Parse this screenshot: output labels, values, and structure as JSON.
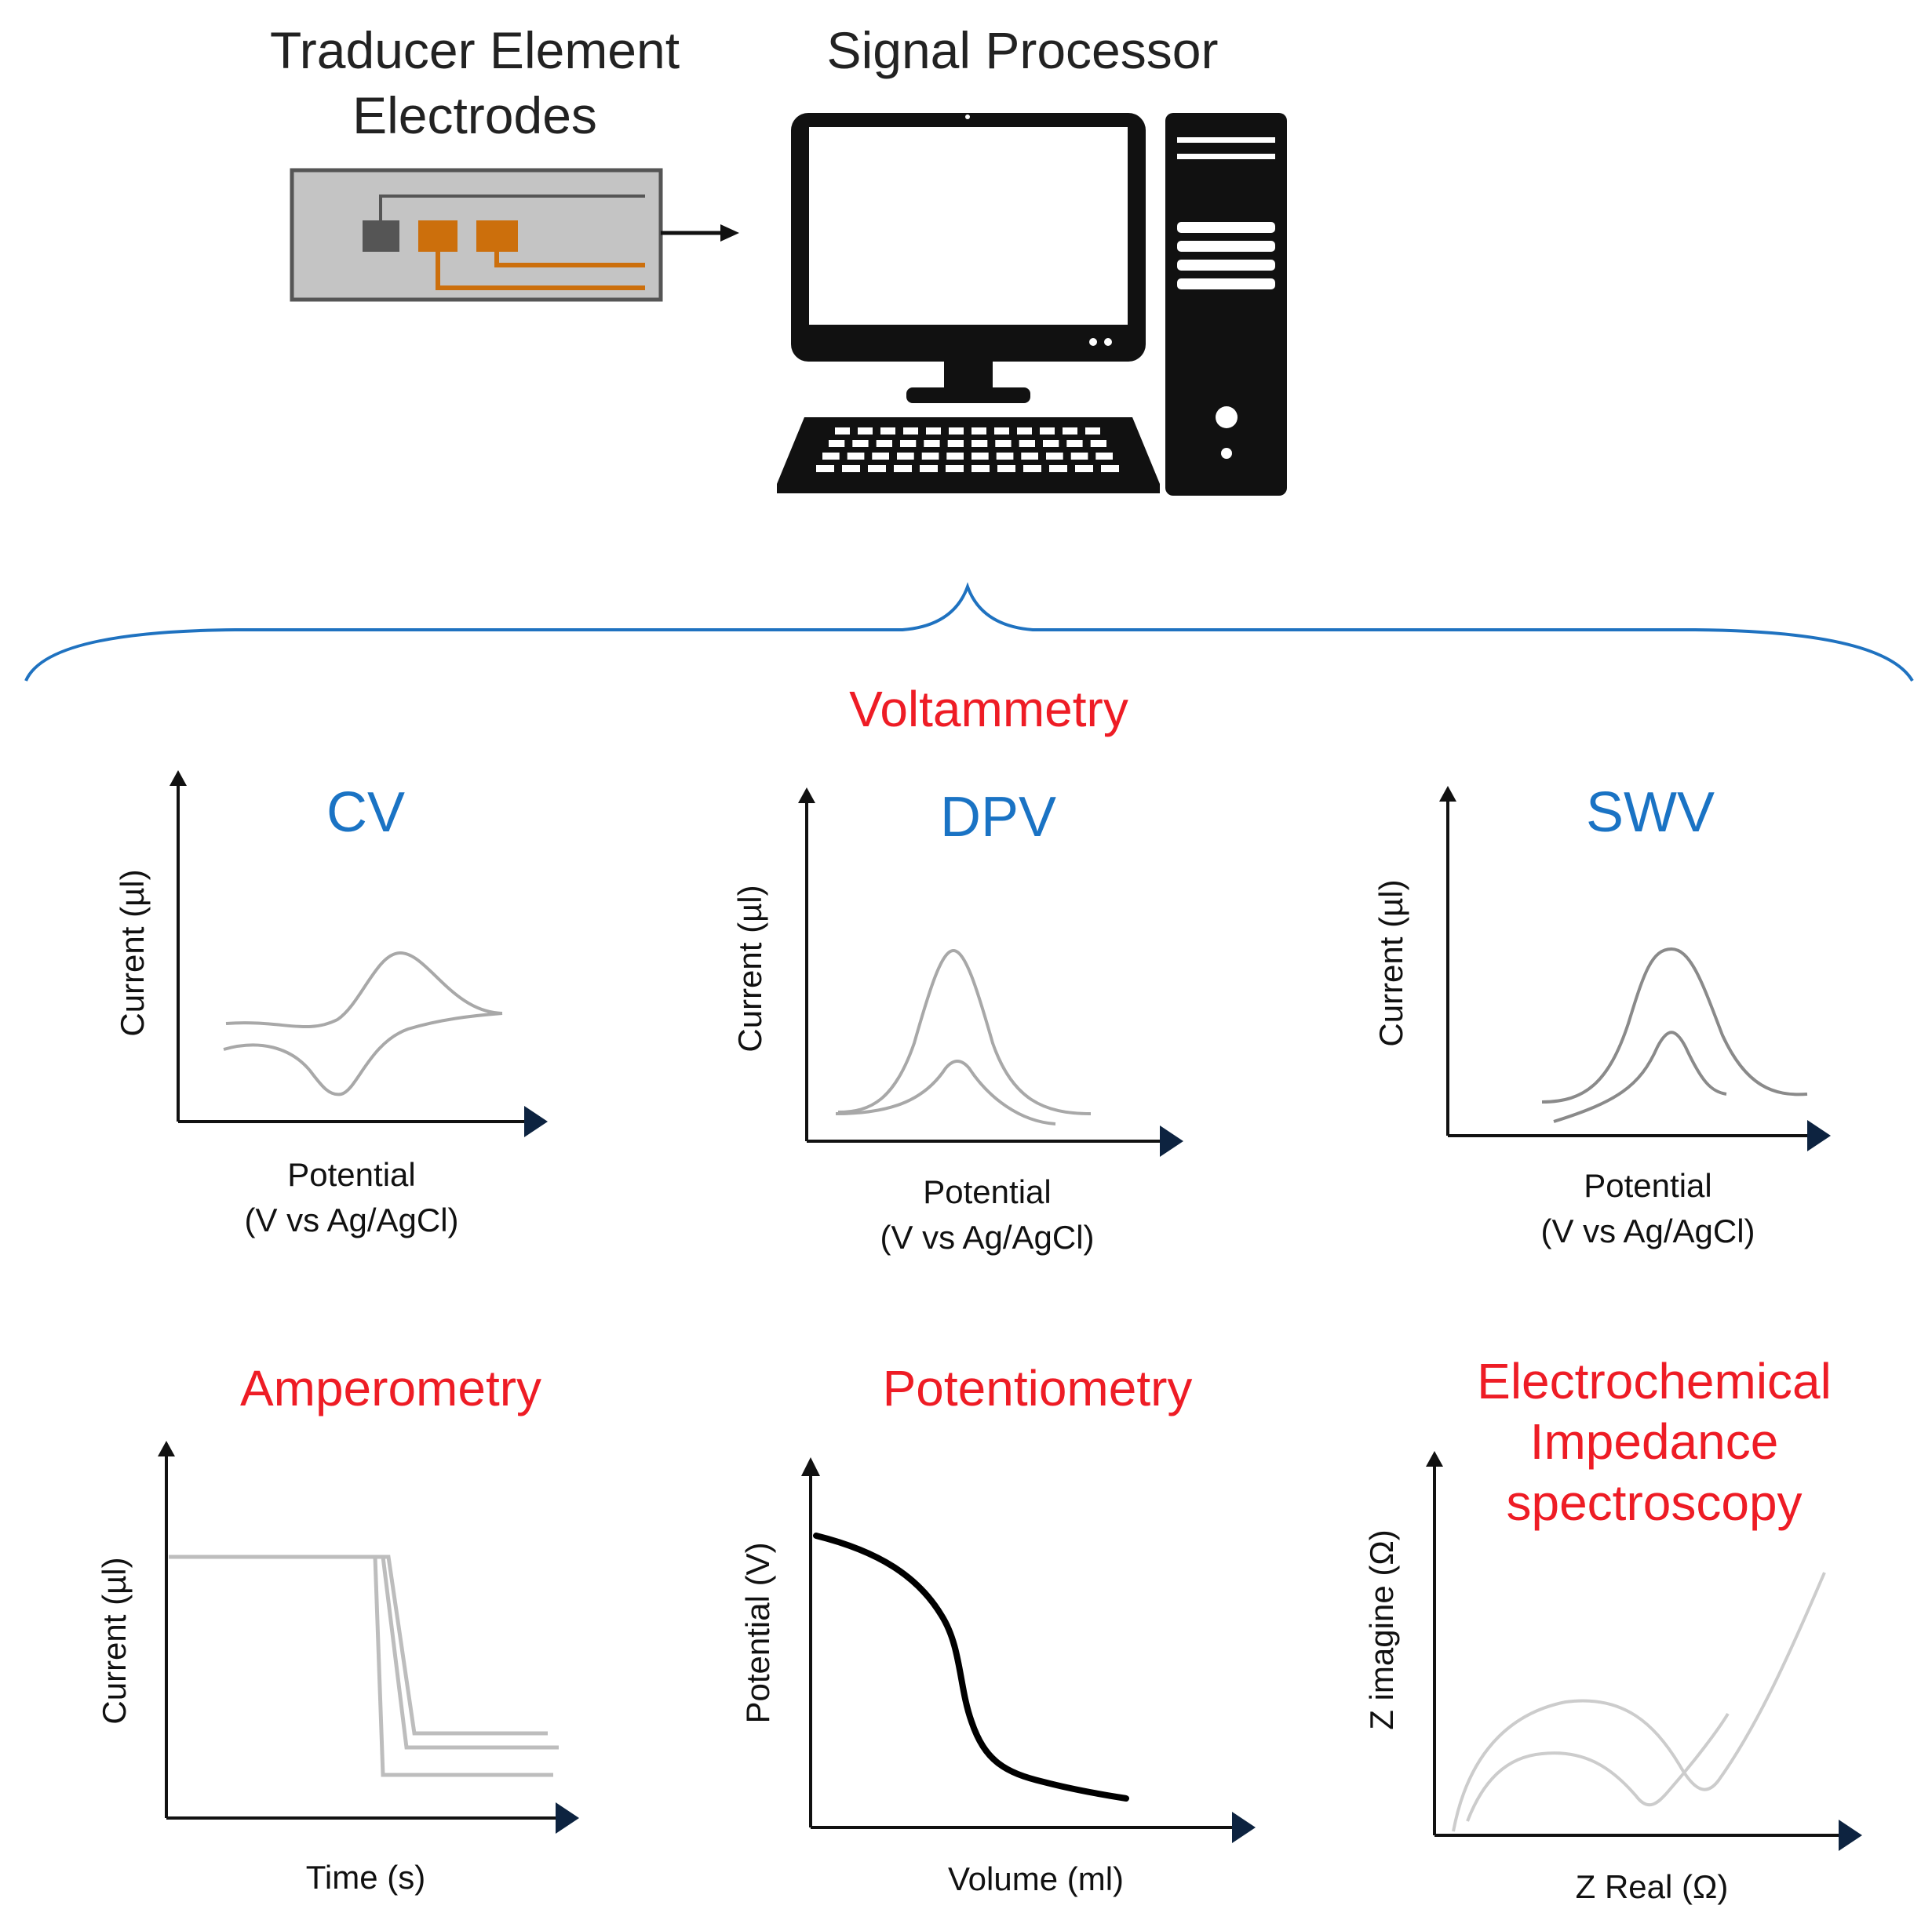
{
  "header": {
    "transducer_line1": "Traducer Element",
    "transducer_line2": "Electrodes",
    "processor": "Signal Processor"
  },
  "sections": {
    "voltammetry": "Voltammetry"
  },
  "plots": {
    "cv": {
      "title": "CV",
      "ylabel": "Current (µl)",
      "xlabel_line1": "Potential",
      "xlabel_line2": "(V vs Ag/AgCl)"
    },
    "dpv": {
      "title": "DPV",
      "ylabel": "Current (µl)",
      "xlabel_line1": "Potential",
      "xlabel_line2": "(V vs Ag/AgCl)"
    },
    "swv": {
      "title": "SWV",
      "ylabel": "Current (µl)",
      "xlabel_line1": "Potential",
      "xlabel_line2": "(V vs Ag/AgCl)"
    },
    "amperometry": {
      "title": "Amperometry",
      "ylabel": "Current (µl)",
      "xlabel": "Time (s)"
    },
    "potentiometry": {
      "title": "Potentiometry",
      "ylabel": "Potential (V)",
      "xlabel": "Volume (ml)"
    },
    "eis": {
      "title_line1": "Electrochemical",
      "title_line2": "Impedance",
      "title_line3": "spectroscopy",
      "ylabel": "Z imagine (Ω)",
      "xlabel": "Z Real (Ω)"
    }
  },
  "colors": {
    "electrode_orange": "#cc6f0c",
    "brace_blue": "#1f72c0",
    "label_red": "#ee1c25",
    "title_blue": "#1a73c4",
    "arrow_navy": "#0d2340"
  },
  "icons": [
    "electrode-strip-icon",
    "computer-monitor-icon",
    "keyboard-icon",
    "computer-tower-icon"
  ]
}
